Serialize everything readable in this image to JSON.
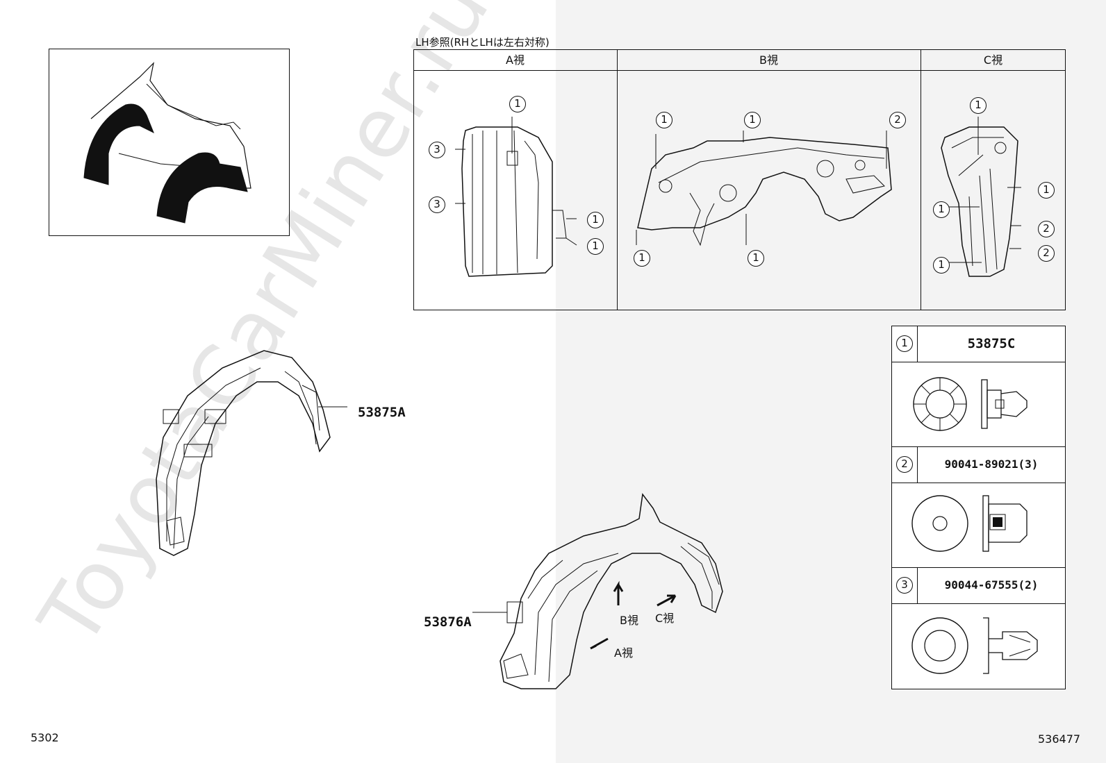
{
  "header": {
    "note": "LH参照(RHとLHは左右対称)"
  },
  "views": [
    {
      "label": "A視"
    },
    {
      "label": "B視"
    },
    {
      "label": "C視"
    }
  ],
  "callout_numbers": {
    "one": "1",
    "two": "2",
    "three": "3"
  },
  "parts": {
    "main_rh": "53875A",
    "main_lh": "53876A"
  },
  "legend": [
    {
      "num": "1",
      "part": "53875C"
    },
    {
      "num": "2",
      "part": "90041-89021(3)"
    },
    {
      "num": "3",
      "part": "90044-67555(2)"
    }
  ],
  "arrows": {
    "a": "A視",
    "b": "B視",
    "c": "C視"
  },
  "footer": {
    "left": "5302",
    "right": "536477"
  },
  "watermark": "ToyotaCarMiner.ru"
}
